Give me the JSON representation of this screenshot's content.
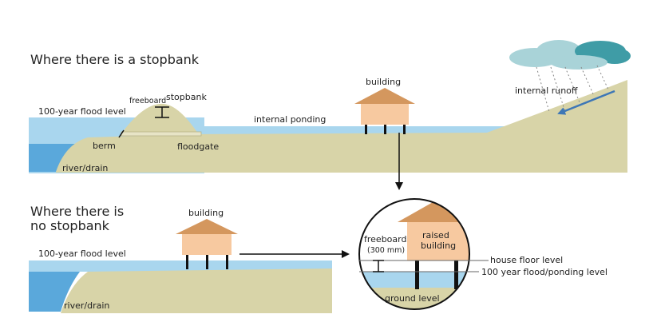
{
  "top_panel": {
    "heading": "Where there is a stopbank",
    "labels": {
      "freeboard": "freeboard",
      "stopbank": "stopbank",
      "flood_level": "100-year flood level",
      "berm": "berm",
      "floodgate": "floodgate",
      "river_drain": "river/drain",
      "internal_ponding": "internal ponding",
      "building": "building",
      "internal_runoff": "internal runoff"
    }
  },
  "bottom_panel": {
    "heading_line1": "Where there is",
    "heading_line2": "no stopbank",
    "labels": {
      "building": "building",
      "flood_level": "100-year flood level",
      "river_drain": "river/drain"
    }
  },
  "detail": {
    "freeboard": "freeboard",
    "freeboard_value": "(300 mm)",
    "raised_line1": "raised",
    "raised_line2": "building",
    "ground_level": "ground level",
    "house_floor_level": "house floor level",
    "flood_ponding_level": "100 year flood/ponding level"
  },
  "colors": {
    "water": "#a9d6ee",
    "water_deep": "#5aa8db",
    "ground": "#d8d4a8",
    "house_wall": "#f7c9a0",
    "roof": "#d4975e",
    "cloud": "#a9d3d8",
    "cloud_dark": "#3f9ca6",
    "runoff_arrow": "#3e77b6"
  }
}
